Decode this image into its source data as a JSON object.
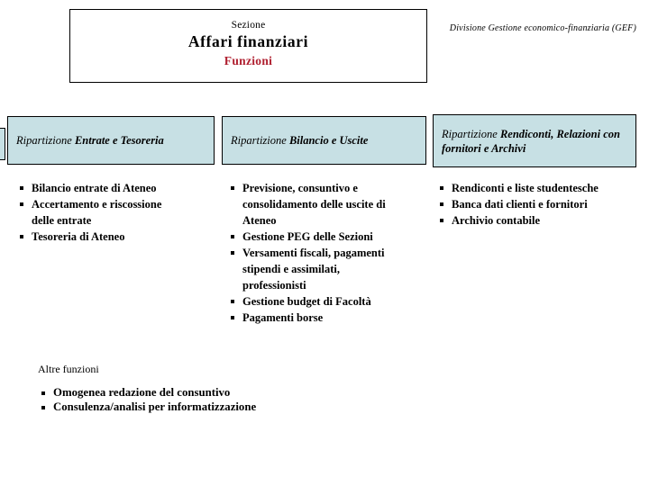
{
  "header": {
    "section_label": "Sezione",
    "title": "Affari finanziari",
    "subtitle": "Funzioni",
    "division": "Divisione Gestione economico-finanziaria (GEF)"
  },
  "columns": [
    {
      "prefix": "Ripartizione",
      "name": "Entrate e  Tesoreria",
      "items": [
        "Bilancio entrate di Ateneo",
        "Accertamento e riscossione delle entrate",
        "Tesoreria di Ateneo"
      ]
    },
    {
      "prefix": "Ripartizione",
      "name": "Bilancio e Uscite",
      "items": [
        "Previsione, consuntivo e consolidamento delle uscite di Ateneo",
        "Gestione PEG delle Sezioni",
        "Versamenti fiscali, pagamenti stipendi e assimilati, professionisti",
        "Gestione budget di Facoltà",
        "Pagamenti borse"
      ]
    },
    {
      "prefix": "Ripartizione",
      "name": "Rendiconti, Relazioni con fornitori e Archivi",
      "items": [
        "Rendiconti e liste studentesche",
        "Banca dati clienti e fornitori",
        "Archivio contabile"
      ]
    }
  ],
  "other_functions": {
    "label": "Altre funzioni",
    "items": [
      "Omogenea redazione del consuntivo",
      "Consulenza/analisi per informatizzazione"
    ]
  },
  "colors": {
    "box_fill": "#c7e0e4",
    "accent_red": "#b02030",
    "border": "#000000",
    "background": "#ffffff"
  }
}
